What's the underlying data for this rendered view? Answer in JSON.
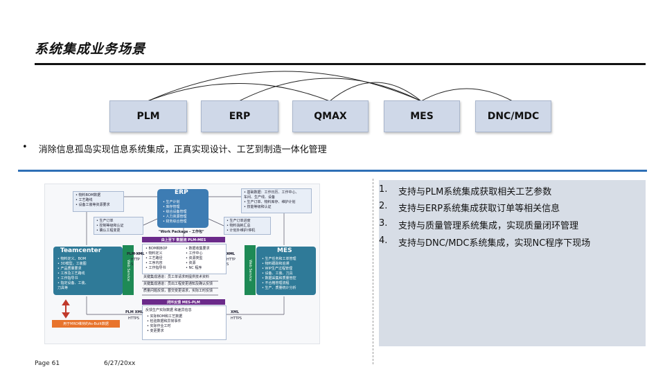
{
  "slide": {
    "title": "系统集成业务场景",
    "systems": [
      "PLM",
      "ERP",
      "QMAX",
      "MES",
      "DNC/MDC"
    ],
    "bullet_marker": "•",
    "bullet_text": "消除信息孤岛实现信息系统集成，正真实现设计、工艺到制造一体化管理"
  },
  "points": [
    {
      "num": "1.",
      "text": "支持与PLM系统集成获取相关工艺参数"
    },
    {
      "num": "2.",
      "text": "支持与ERP系统集成获取订单等相关信息"
    },
    {
      "num": "3.",
      "text": "支持与质量管理系统集成，实现质量闭环管理"
    },
    {
      "num": "4.",
      "text": "支持与DNC/MDC系统集成，实现NC程序下现场"
    }
  ],
  "diagram": {
    "erp_title": "ERP",
    "erp_items": [
      "• 生产计划",
      "• 库存管理",
      "• 综合设备管理",
      "• 人力资源管理",
      "• 财务综合管理"
    ],
    "top_left_box": [
      "• 物料BOM数据",
      "• 工艺路线",
      "• 设备工装等资源要求"
    ],
    "top_right_box": [
      "• 基础数据：工作日历、工作中心、",
      "  车间、生产线、设备",
      "• 生产订单、物料库存、维护计划",
      "• 技能等级和认证"
    ],
    "mid_left_box": [
      "• 生产订单",
      "• 控制等级和认证",
      "• 确认工程变更"
    ],
    "mid_right_box": [
      "• 生产订单进度",
      "• 物料消耗汇总",
      "• 计划外维护/停机"
    ],
    "work_package": "\"Work Package - 工作包\"",
    "plm_mes_bar": "由上至下 数据流 PLM-MES",
    "wp_left": [
      "• BOM和BOP",
      "• 物料定义",
      "• 工艺路径",
      "• 工序内容",
      "• 工作指导书"
    ],
    "wp_right": [
      "• 数据收集要求",
      "• 工作中心",
      "• 资源类型",
      "• 资源",
      "• NC 程序"
    ],
    "tc_title": "Teamcenter",
    "tc_items": [
      "• 物料定义、BOM",
      "• 3D模型，工装图",
      "• 产品质量要求",
      "• 工序及工艺路线",
      "• 工作指导书",
      "• 指定设备、工装、",
      "  刀具等"
    ],
    "mes_title": "MES",
    "mes_items": [
      "• 生产任务和工单管理",
      "• 物料跟踪和追溯",
      "• WIP生产过程管理",
      "• 设备、工装、刀具",
      "• 数据采集和质量管控",
      "• 不合格管理流程",
      "• 生产、质量统计分析"
    ],
    "web_service": "Web Service",
    "plm_xml_left": "PLM XML",
    "https_left": "HTTP S",
    "xml_right": "XML",
    "https_right": "HTTP S",
    "channels": [
      "关键集成通道：员工单请求到提供技术资料",
      "关键集成通道：员出工程变更通知及确认反馈",
      "质量问题反馈，晋交变更请求，实际工时反馈"
    ],
    "mes_plm_bar": "闭环反馈 MES-PLM",
    "feedback_title": "反馈生产实际数据 和差异信息",
    "feedback_items": [
      "• 实际BOM和工艺数据",
      "• 检验数据和异常事件",
      "• 实际作业工时",
      "• 变更要求"
    ],
    "plm_xml_bottom": "PLM XML",
    "https_bottom_left": "HTTPS",
    "xml_bottom": "XML",
    "https_bottom_right": "HTTPS",
    "mro_label": "用于MRO维持的As-Built数据",
    "colors": {
      "erp": "#3d7cb3",
      "teamcenter": "#2f7a98",
      "web_service": "#1e8a55",
      "purple_bar": "#6b2a8a",
      "orange": "#e8742c"
    }
  },
  "footer": {
    "page": "Page 61",
    "date": "6/27/20xx"
  }
}
